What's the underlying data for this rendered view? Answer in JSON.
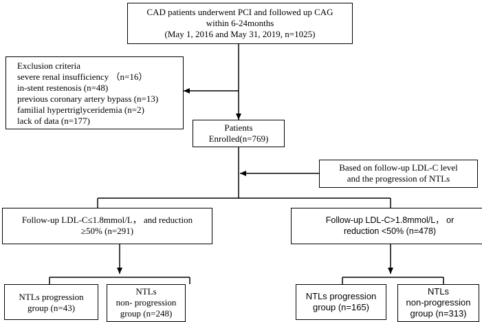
{
  "boxes": {
    "top": {
      "lines": [
        "CAD patients underwent  PCI and followed up CAG",
        "within 6-24months",
        "(May 1, 2016 and May 31, 2019, n=1025)"
      ]
    },
    "exclusion": {
      "lines": [
        "Exclusion criteria",
        "severe renal insufficiency （n=16）",
        "in-stent restenosis (n=48)",
        "previous coronary artery bypass (n=13)",
        "familial hypertriglyceridemia (n=2)",
        "lack of data (n=177)"
      ]
    },
    "enrolled": {
      "lines": [
        "Patients",
        "Enrolled(n=769)"
      ]
    },
    "grouping": {
      "lines": [
        "Based on follow-up LDL-C level",
        "and the progression of NTLs"
      ]
    },
    "left_group": {
      "lines": [
        "Follow-up LDL-C≤1.8mmol/L， and  reduction",
        "≥50% (n=291)"
      ]
    },
    "right_group": {
      "lines": [
        "Follow-up LDL-C>1.8mmol/L， or",
        "reduction <50% (n=478)"
      ]
    },
    "ll": {
      "lines": [
        "NTLs progression",
        "group (n=43)"
      ]
    },
    "lr": {
      "lines": [
        "NTLs",
        "non- progression",
        "group (n=248)"
      ]
    },
    "rl": {
      "lines": [
        "NTLs progression",
        "group (n=165)"
      ]
    },
    "rr": {
      "lines": [
        "NTLs",
        "non-progression",
        "group (n=313)"
      ]
    }
  }
}
